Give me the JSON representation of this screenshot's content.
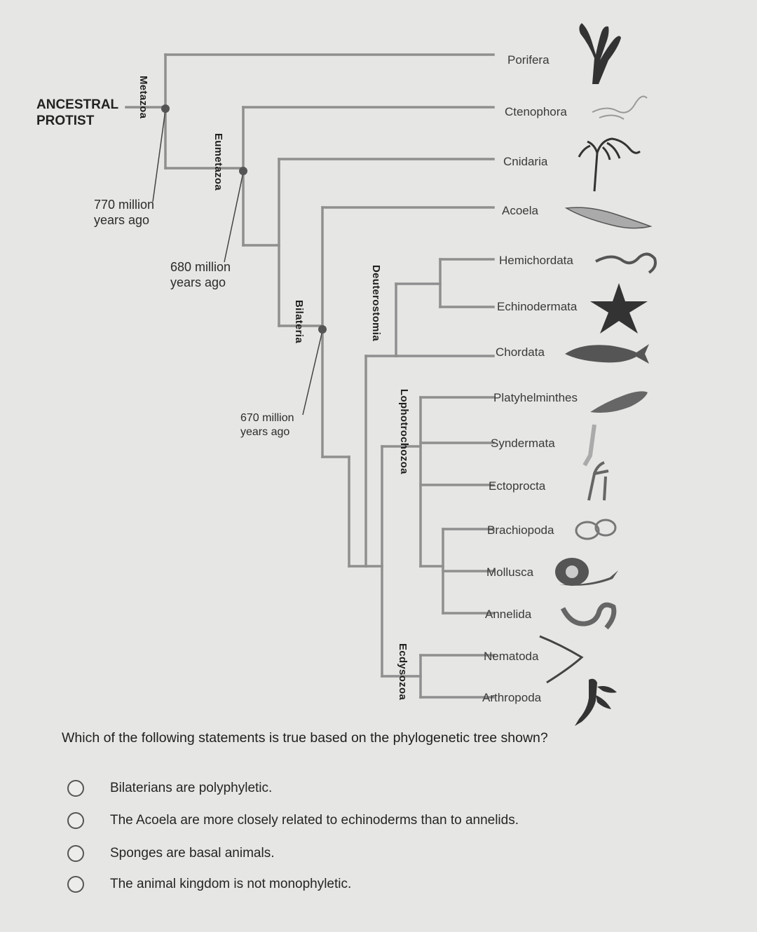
{
  "tree": {
    "root_label_line1": "ANCESTRAL",
    "root_label_line2": "PROTIST",
    "clades": {
      "metazoa": "Metazoa",
      "eumetazoa": "Eumetazoa",
      "bilateria": "Bilateria",
      "deuterostomia": "Deuterostomia",
      "lophotrochozoa": "Lophotrochozoa",
      "ecdysozoa": "Ecdysozoa"
    },
    "ages": {
      "metazoa_line1": "770 million",
      "metazoa_line2": "years ago",
      "eumetazoa_line1": "680 million",
      "eumetazoa_line2": "years ago",
      "bilateria_line1": "670 million",
      "bilateria_line2": "years ago"
    },
    "taxa": [
      {
        "name": "Porifera",
        "icon": "sponge-icon"
      },
      {
        "name": "Ctenophora",
        "icon": "comb-jelly-icon"
      },
      {
        "name": "Cnidaria",
        "icon": "jellyfish-icon"
      },
      {
        "name": "Acoela",
        "icon": "flatworm-icon"
      },
      {
        "name": "Hemichordata",
        "icon": "acorn-worm-icon"
      },
      {
        "name": "Echinodermata",
        "icon": "sea-star-icon"
      },
      {
        "name": "Chordata",
        "icon": "fish-icon"
      },
      {
        "name": "Platyhelminthes",
        "icon": "planarian-icon"
      },
      {
        "name": "Syndermata",
        "icon": "rotifer-icon"
      },
      {
        "name": "Ectoprocta",
        "icon": "bryozoan-icon"
      },
      {
        "name": "Brachiopoda",
        "icon": "brachiopod-icon"
      },
      {
        "name": "Mollusca",
        "icon": "snail-icon"
      },
      {
        "name": "Annelida",
        "icon": "earthworm-icon"
      },
      {
        "name": "Nematoda",
        "icon": "roundworm-icon"
      },
      {
        "name": "Arthropoda",
        "icon": "lobster-icon"
      }
    ],
    "colors": {
      "line": "#8f8f8f",
      "node": "#555555"
    }
  },
  "quiz": {
    "question": "Which of the following statements is true based on the phylogenetic tree shown?",
    "options": [
      "Bilaterians are polyphyletic.",
      "The Acoela are more closely related to echinoderms than to annelids.",
      "Sponges are basal animals.",
      "The animal kingdom is not monophyletic."
    ]
  }
}
